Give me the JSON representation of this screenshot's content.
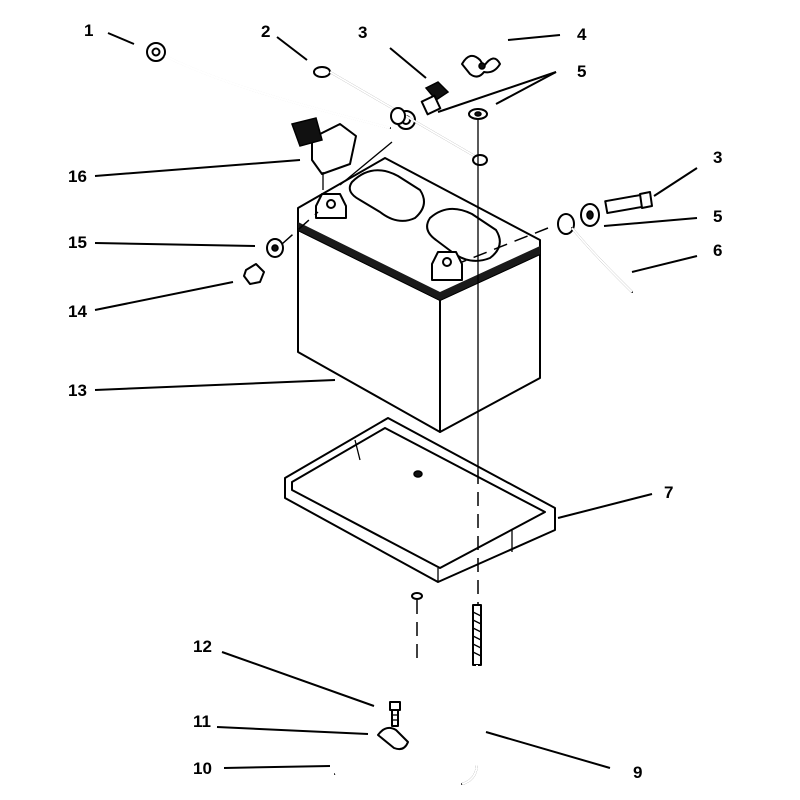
{
  "callouts": [
    {
      "id": "c1",
      "label": "1"
    },
    {
      "id": "c2",
      "label": "2"
    },
    {
      "id": "c3a",
      "label": "3"
    },
    {
      "id": "c4",
      "label": "4"
    },
    {
      "id": "c5a",
      "label": "5"
    },
    {
      "id": "c3b",
      "label": "3"
    },
    {
      "id": "c5b",
      "label": "5"
    },
    {
      "id": "c6",
      "label": "6"
    },
    {
      "id": "c16",
      "label": "16"
    },
    {
      "id": "c15",
      "label": "15"
    },
    {
      "id": "c14",
      "label": "14"
    },
    {
      "id": "c13",
      "label": "13"
    },
    {
      "id": "c7",
      "label": "7"
    },
    {
      "id": "c12",
      "label": "12"
    },
    {
      "id": "c11",
      "label": "11"
    },
    {
      "id": "c10",
      "label": "10"
    },
    {
      "id": "c9",
      "label": "9"
    }
  ]
}
